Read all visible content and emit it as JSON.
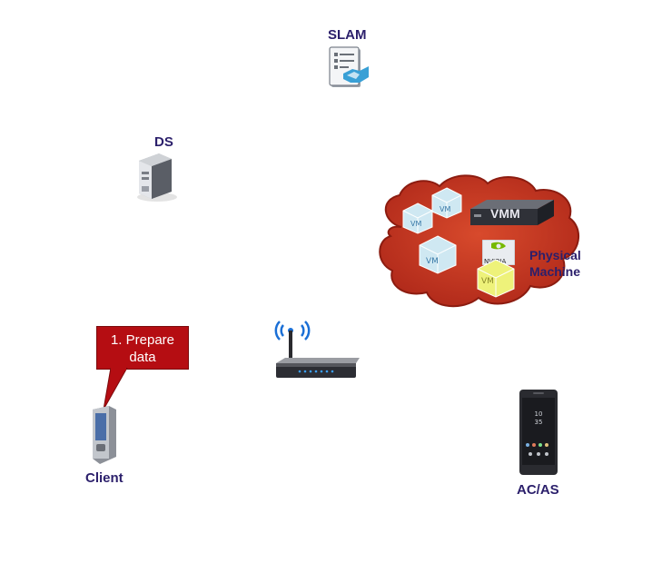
{
  "nodes": {
    "slam": {
      "label": "SLAM",
      "icon": "handshake-document-icon"
    },
    "ds": {
      "label": "DS",
      "icon": "server-tower-icon"
    },
    "client": {
      "label": "Client",
      "icon": "pda-device-icon"
    },
    "router": {
      "icon": "wifi-router-icon"
    },
    "acas": {
      "label": "AC/AS",
      "icon": "smartphone-icon"
    },
    "cloud": {
      "icon": "red-cloud-icon",
      "vmm_label": "VMM",
      "physical_machine_label": "Physical\nMachine",
      "vm_label": "VM",
      "gpu_label": "NVIDIA"
    }
  },
  "callout": {
    "text": "1. Prepare data"
  },
  "colors": {
    "label": "#2b1f6b",
    "callout_fill": "#b50d12",
    "cloud_fill": "#c8341d",
    "vm_cube": "#cfe8f2",
    "vm_cube_gpu": "#eef27a"
  }
}
